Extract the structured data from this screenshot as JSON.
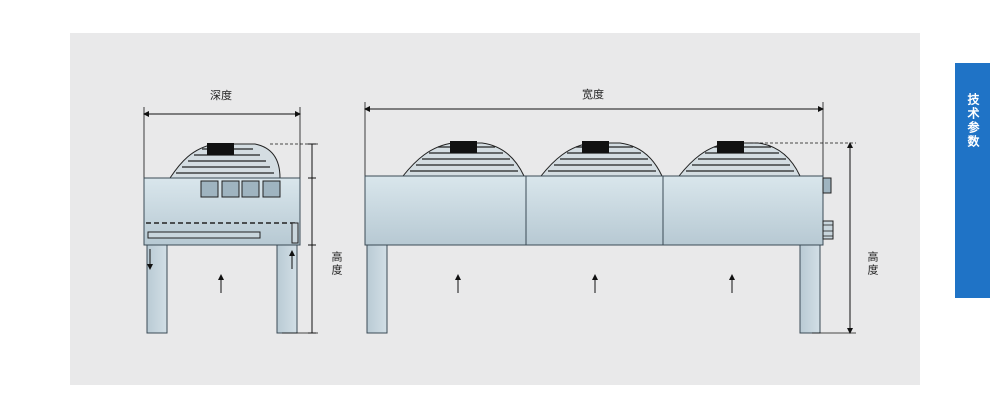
{
  "labels": {
    "depth": "深度",
    "width": "宽度",
    "height_left": "高度",
    "height_right": "高度"
  },
  "side_tab": {
    "label": "技术参数"
  },
  "colors": {
    "panel_background": "#e9e9ea",
    "casing_fill": "#c5d5de",
    "casing_stroke": "#3a4a55",
    "tab_blue": "#1f73c6",
    "fan_motor": "#111111"
  },
  "unit": {
    "fans": 3,
    "icons": [
      "arrow-up-icon",
      "arrow-down-icon",
      "fan-icon"
    ]
  }
}
